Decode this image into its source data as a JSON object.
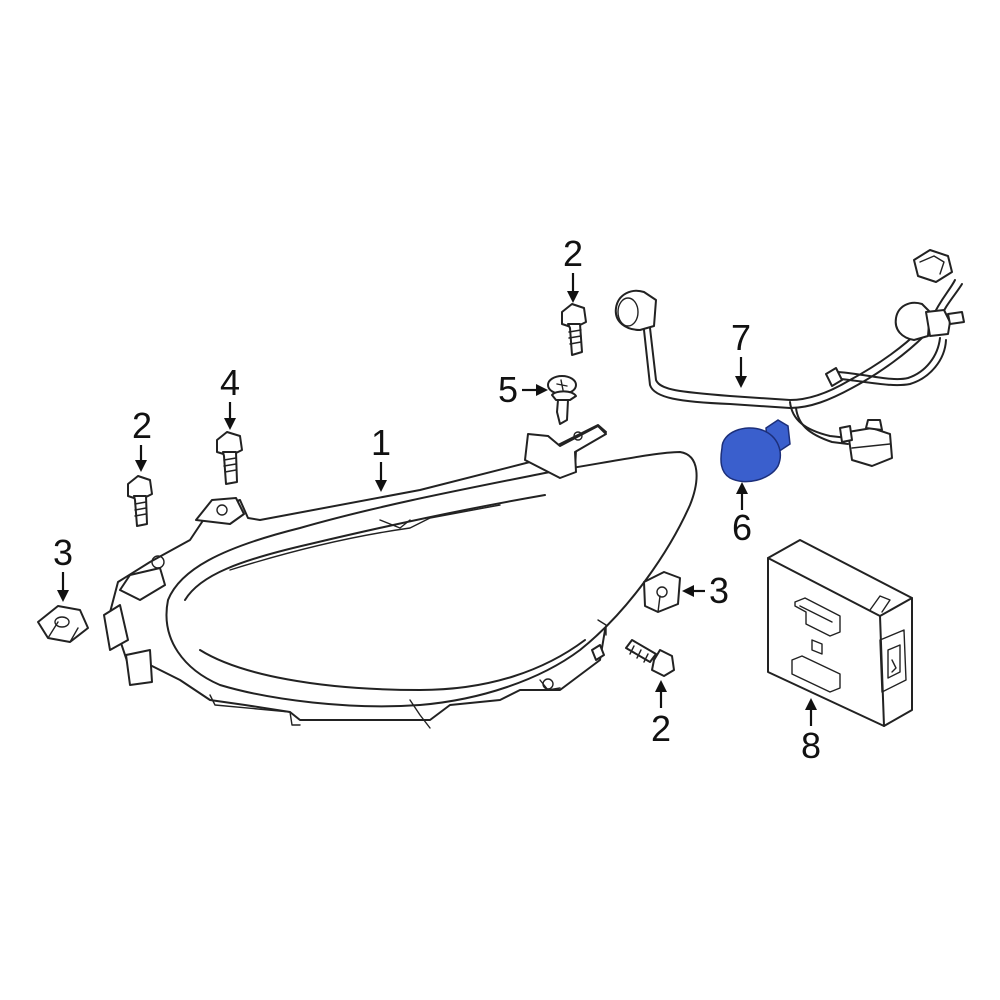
{
  "diagram": {
    "callouts": {
      "headlamp": "1",
      "bolt_top": "2",
      "bolt_left": "2",
      "bolt_bottom": "2",
      "nut_left": "3",
      "nut_right": "3",
      "stud_bolt": "4",
      "screw_clip": "5",
      "bulb": "6",
      "wire_harness": "7",
      "control_module": "8"
    },
    "highlight_color": "#3a5fcd"
  }
}
